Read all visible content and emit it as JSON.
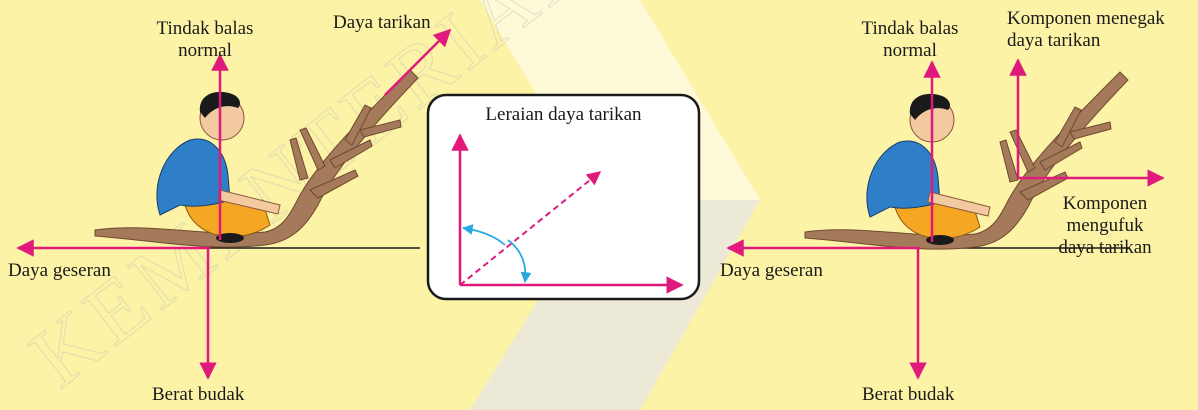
{
  "colors": {
    "background": "#fdf3a6",
    "arrow": "#e0197d",
    "angle_arc": "#29a8df",
    "ground": "#1a1a1a",
    "shirt": "#2f7fc8",
    "pants": "#f5a623",
    "skin": "#f3c9a0",
    "hair": "#1a1a1a",
    "branch": "#a57a5a",
    "watermark": "#b8b8b8"
  },
  "left_scene": {
    "normal_reaction_label": [
      "Tindak balas",
      "normal"
    ],
    "pull_force_label": "Daya tarikan",
    "friction_label": "Daya geseran",
    "weight_label": "Berat budak"
  },
  "center_panel": {
    "title": "Leraian daya tarikan"
  },
  "right_scene": {
    "normal_reaction_label": [
      "Tindak balas",
      "normal"
    ],
    "vertical_component_label": [
      "Komponen menegak",
      "daya tarikan"
    ],
    "horizontal_component_label": [
      "Komponen",
      "mengufuk",
      "daya tarikan"
    ],
    "friction_label": "Daya geseran",
    "weight_label": "Berat budak"
  },
  "watermark": "KEMENTERIAN"
}
